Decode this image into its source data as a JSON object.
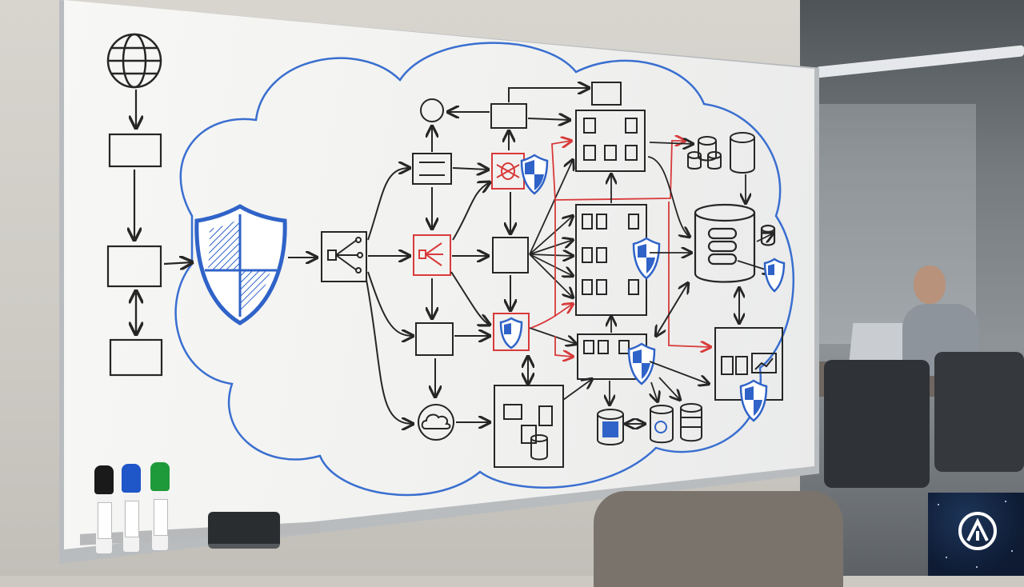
{
  "scene": {
    "description_visible": "",
    "markers": [
      {
        "name": "black-marker",
        "color": "#1a1a1a"
      },
      {
        "name": "blue-marker",
        "color": "#1f56c8"
      },
      {
        "name": "green-marker",
        "color": "#1f9a3a"
      }
    ],
    "ink": {
      "black": "#262626",
      "blue": "#2f63c8",
      "red": "#d83a3a",
      "cloud": "#3a6fd0"
    },
    "icons": [
      "globe-icon",
      "shield-icon",
      "load-balancer-icon",
      "server-rack-icon",
      "database-icon",
      "cloud-icon",
      "bug-icon",
      "dashboard-chart-icon",
      "storage-cylinder-icon"
    ]
  }
}
